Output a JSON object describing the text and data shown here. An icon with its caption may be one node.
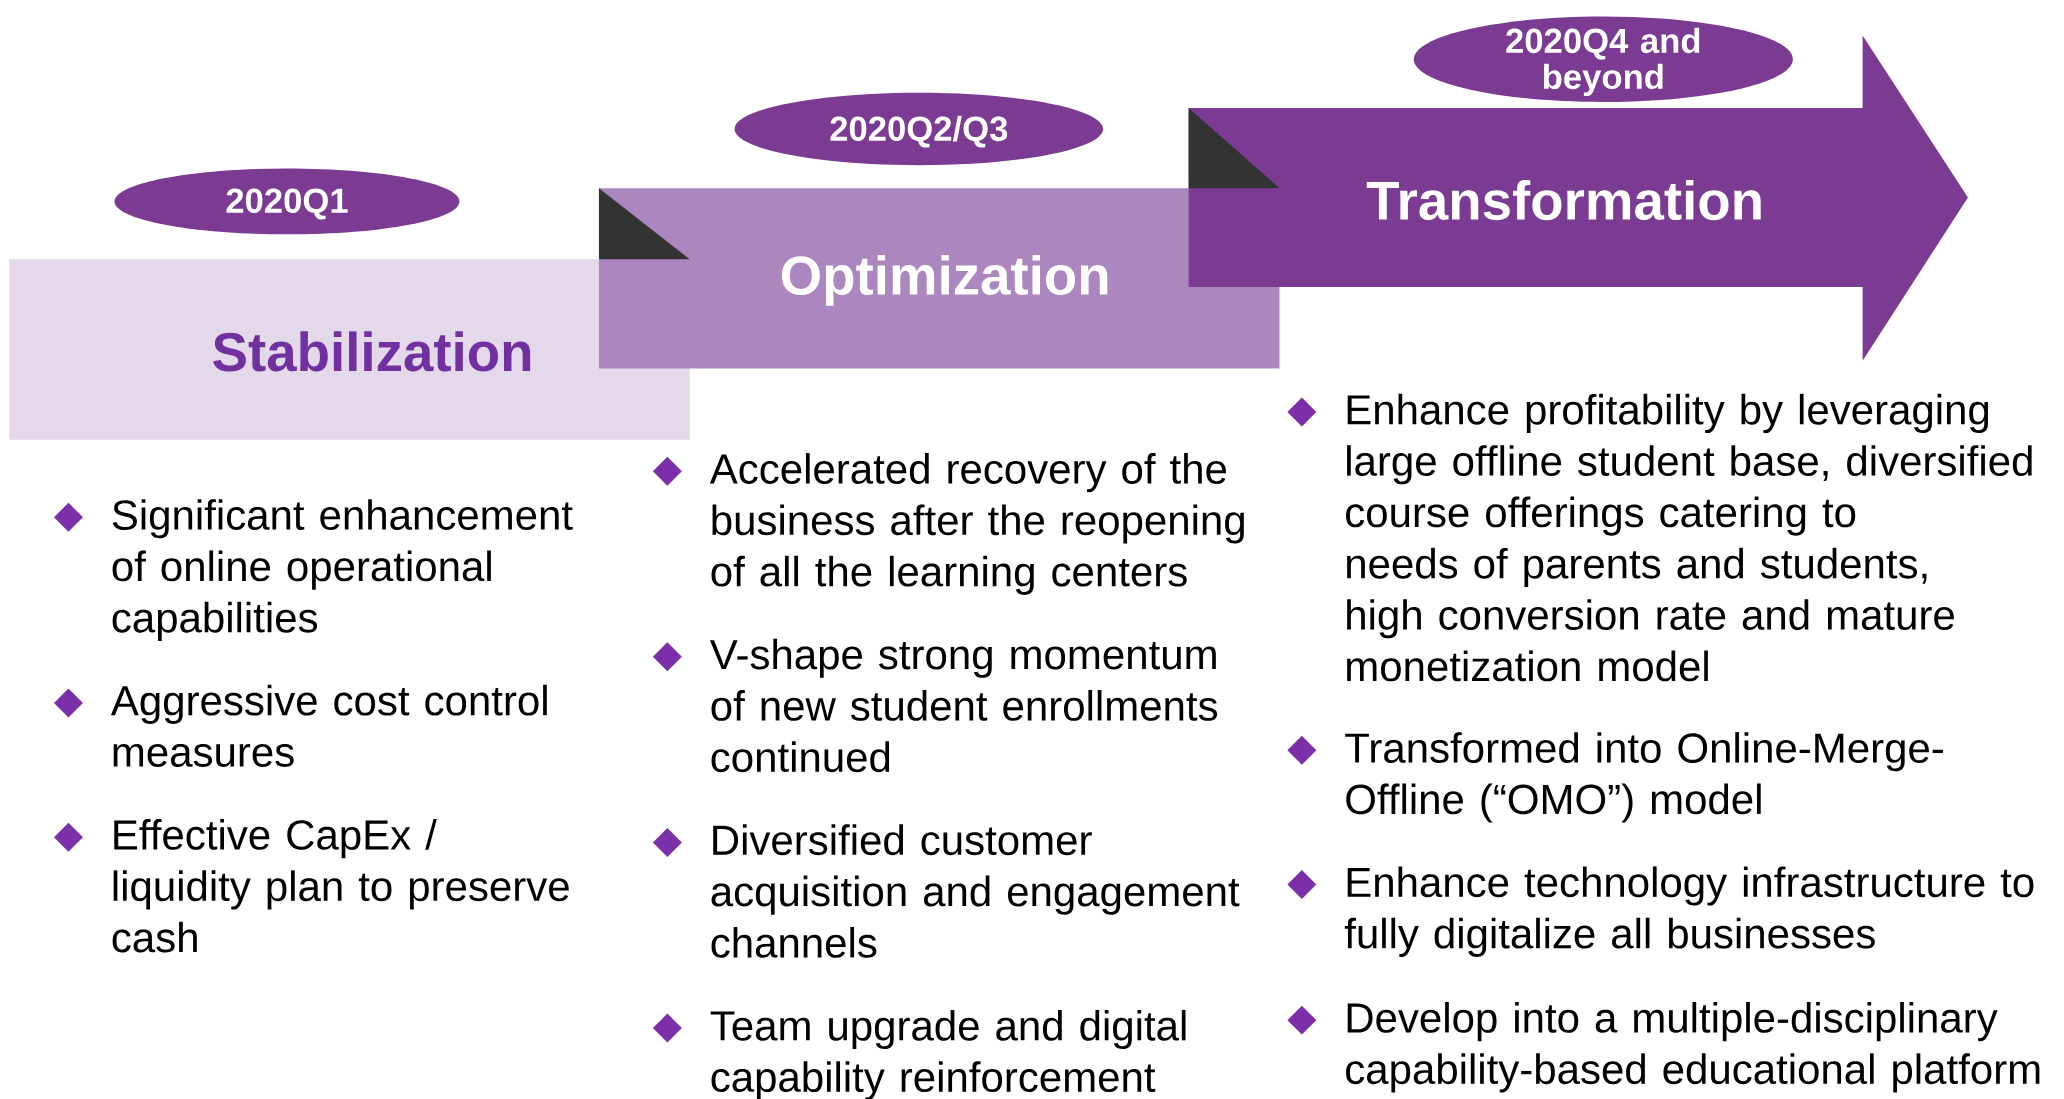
{
  "diagram": {
    "nodes": [
      {
        "text": [
          "2020Q1"
        ]
      },
      {
        "text": [
          "Stabilization"
        ]
      },
      {
        "text": [
          "2020Q2/Q3"
        ]
      },
      {
        "text": [
          "Optimization"
        ]
      },
      {
        "text": [
          "2020Q4 and beyond"
        ]
      },
      {
        "text": [
          "Transformation"
        ]
      }
    ],
    "labels": [
      "Significant enhancement of online operational capabilities",
      "Aggressive cost control measures",
      "Effective CapEx / liquidity plan to preserve cash",
      "Accelerated recovery of the business after the reopening of all the learning centers",
      "V-shape strong momentum of new student enrollments continued",
      "Diversified customer acquisition and engagement channels",
      "Team upgrade and digital capability reinforcement",
      "Enhance profitability by leveraging large offline student base, diversified course offerings catering to needs of parents and students, high conversion rate and mature monetization model",
      "Transformed into Online-Merge-Offline (“OMO”) model",
      "Enhance technology infrastructure to fully digitalize all businesses",
      "Develop into a multiple-disciplinary capability-based educational platform"
    ]
  }
}
